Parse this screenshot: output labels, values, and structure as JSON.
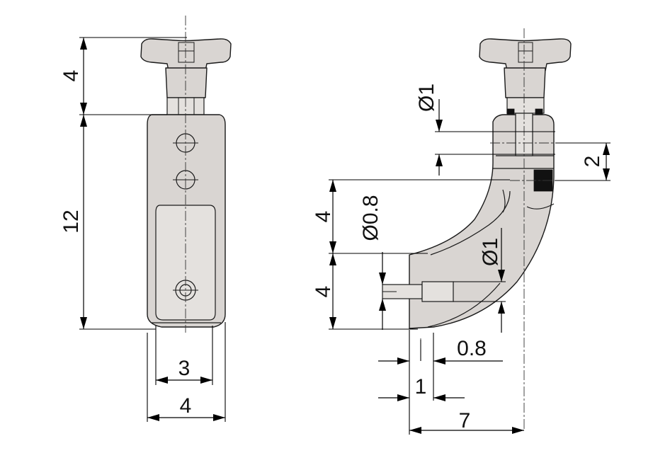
{
  "dimensions": {
    "front_top_height": "4",
    "front_body_height": "12",
    "front_inner_width": "3",
    "front_outer_width": "4",
    "side_hole_diameter_top": "Ø1",
    "side_offset": "2",
    "side_upper_height": "4",
    "side_pin_diameter": "Ø0.8",
    "side_hole_diameter_bottom": "Ø1",
    "side_lower_height": "4",
    "side_pin_length": "0.8",
    "side_pin_offset": "1",
    "side_total_depth": "7"
  }
}
